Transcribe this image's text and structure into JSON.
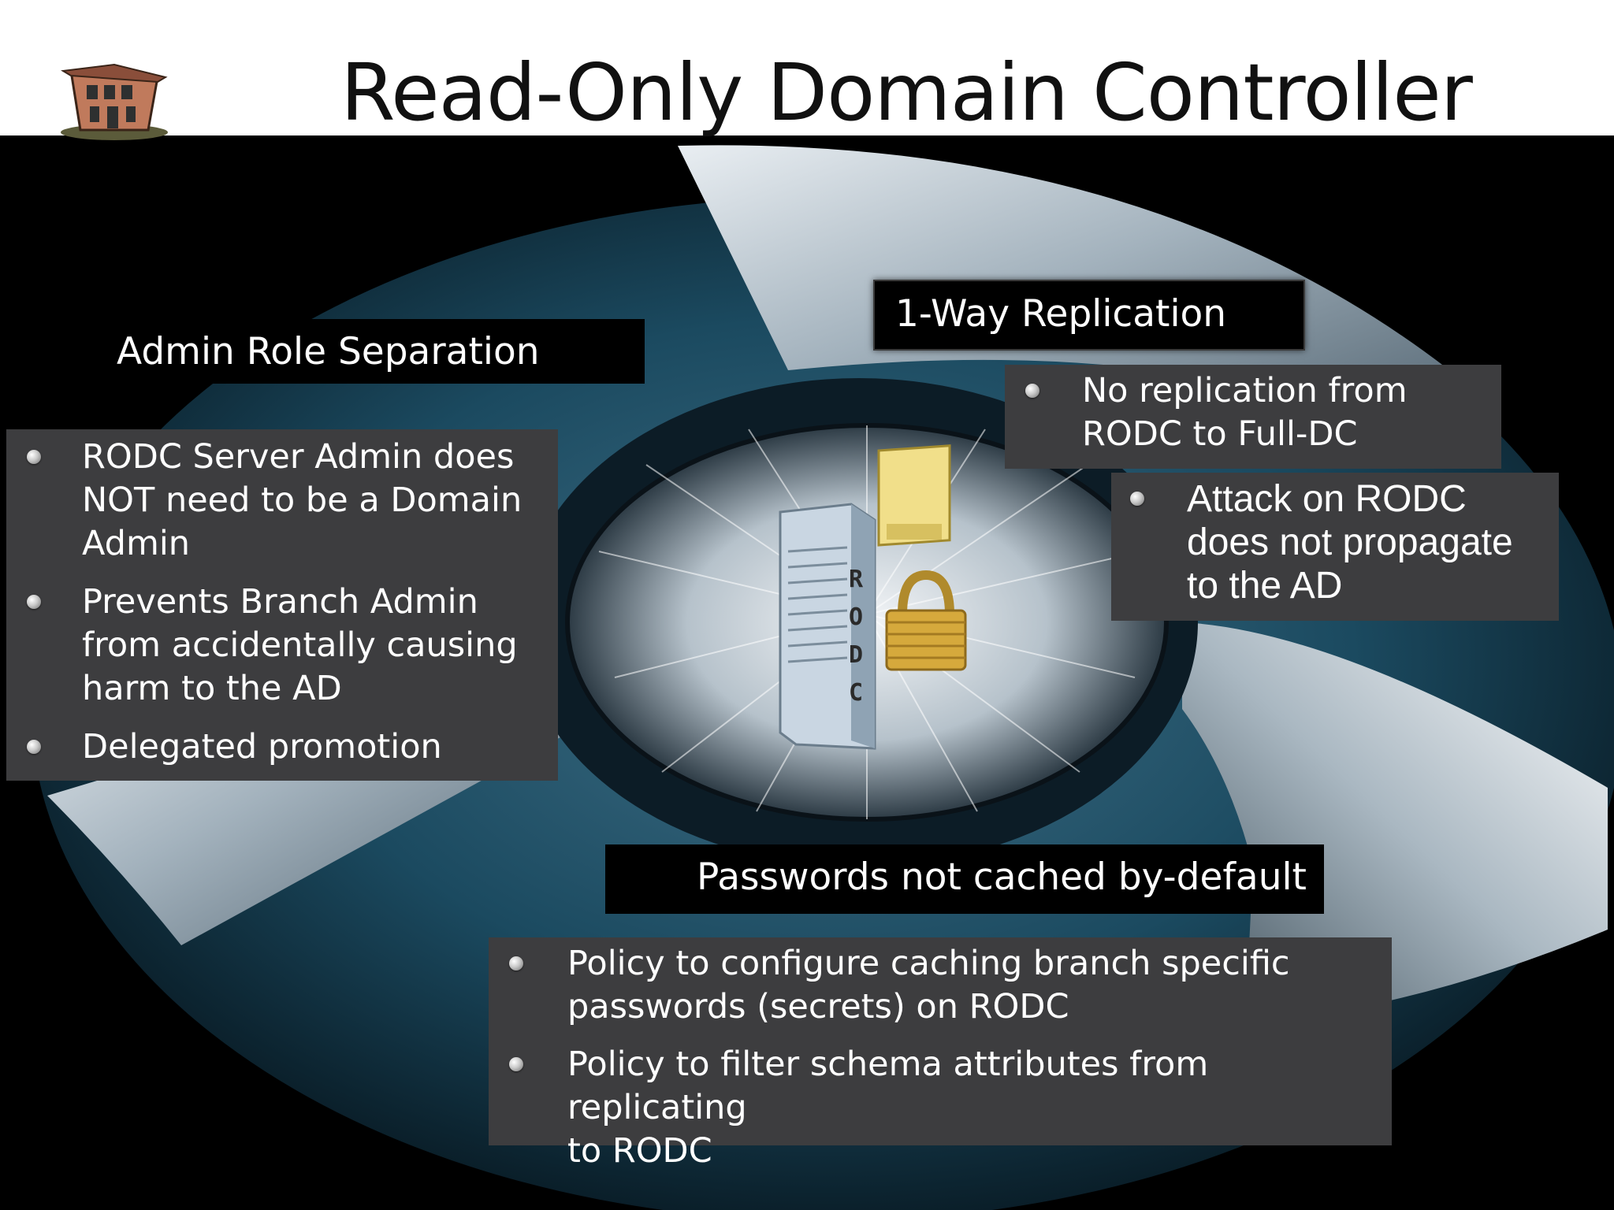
{
  "slide": {
    "title": "Read-Only Domain Controller",
    "server_label": "RODC",
    "sections": {
      "admin": {
        "label": "Admin Role Separation",
        "bullets": [
          "RODC Server Admin does\nNOT need to be a Domain\nAdmin",
          "Prevents Branch Admin\nfrom accidentally causing\nharm to the AD",
          "Delegated promotion"
        ]
      },
      "replication": {
        "label": "1-Way Replication",
        "bullets": [
          "No replication from\nRODC to Full-DC"
        ],
        "sub_bullets": [
          "Attack on RODC\ndoes not propagate\nto the AD"
        ]
      },
      "passwords": {
        "label": "Passwords not cached by-default",
        "bullets": [
          "Policy to configure caching branch specific\npasswords (secrets) on RODC",
          "Policy to filter schema attributes from replicating\nto RODC"
        ]
      }
    },
    "colors": {
      "background": "#000000",
      "header": "#ffffff",
      "panel": "#3d3d3f",
      "ring": "#123546",
      "text": "#ffffff"
    }
  }
}
